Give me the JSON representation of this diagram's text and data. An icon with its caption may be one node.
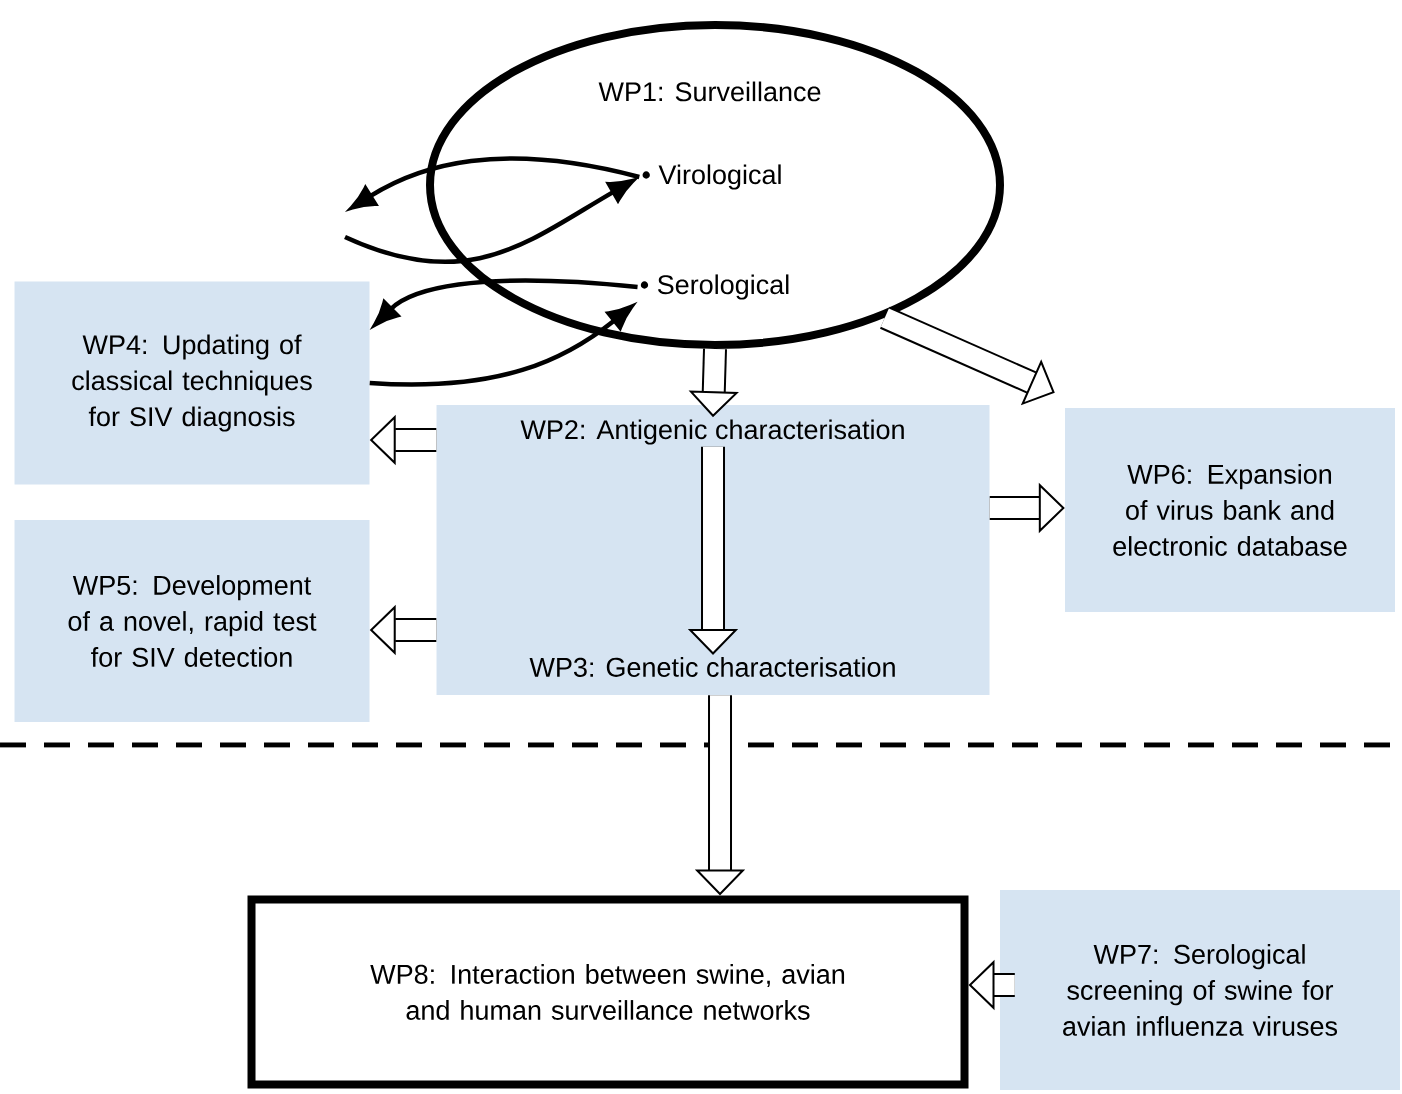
{
  "diagram": {
    "nodes": [
      {
        "text": [
          "WP1: Surveillance"
        ]
      },
      {
        "text": [
          "• Virological"
        ],
        "in": 0
      },
      {
        "text": [
          "• Serological"
        ],
        "in": 0
      },
      {
        "text": [
          "WP4: Updating of classical techniques for SIV diagnosis"
        ]
      },
      {
        "text": [],
        "shape": "box"
      },
      {
        "text": [
          "WP2: Antigenic characterisation"
        ],
        "in": 4
      },
      {
        "text": [
          "WP3: Genetic characterisation"
        ],
        "in": 4
      },
      {
        "text": [
          "WP5: Development of a novel, rapid test for SIV detection"
        ]
      },
      {
        "text": [
          "WP6: Expansion of virus bank and electronic database"
        ]
      },
      {
        "text": [
          "WP7: Serological screening of swine for avian influenza viruses"
        ]
      },
      {
        "text": [
          "WP8: Interaction between swine, avian and human surveillance networks"
        ]
      }
    ],
    "edges": [
      {
        "from": 1,
        "to": null,
        "arrow": "to"
      },
      {
        "from": null,
        "to": 1,
        "arrow": "to"
      },
      {
        "from": 2,
        "to": 3,
        "arrow": "to"
      },
      {
        "from": 3,
        "to": 2,
        "arrow": "to"
      },
      {
        "from": 0,
        "to": 5,
        "arrow": "to"
      },
      {
        "from": 0,
        "to": 8,
        "arrow": "to"
      },
      {
        "from": 4,
        "to": 3,
        "arrow": "to"
      },
      {
        "from": 5,
        "to": 6,
        "arrow": "to"
      },
      {
        "from": 4,
        "to": 8,
        "arrow": "to"
      },
      {
        "from": 4,
        "to": 7,
        "arrow": "to"
      },
      {
        "from": 4,
        "to": 10,
        "arrow": "to"
      },
      {
        "from": 9,
        "to": 10,
        "arrow": "to"
      }
    ]
  }
}
